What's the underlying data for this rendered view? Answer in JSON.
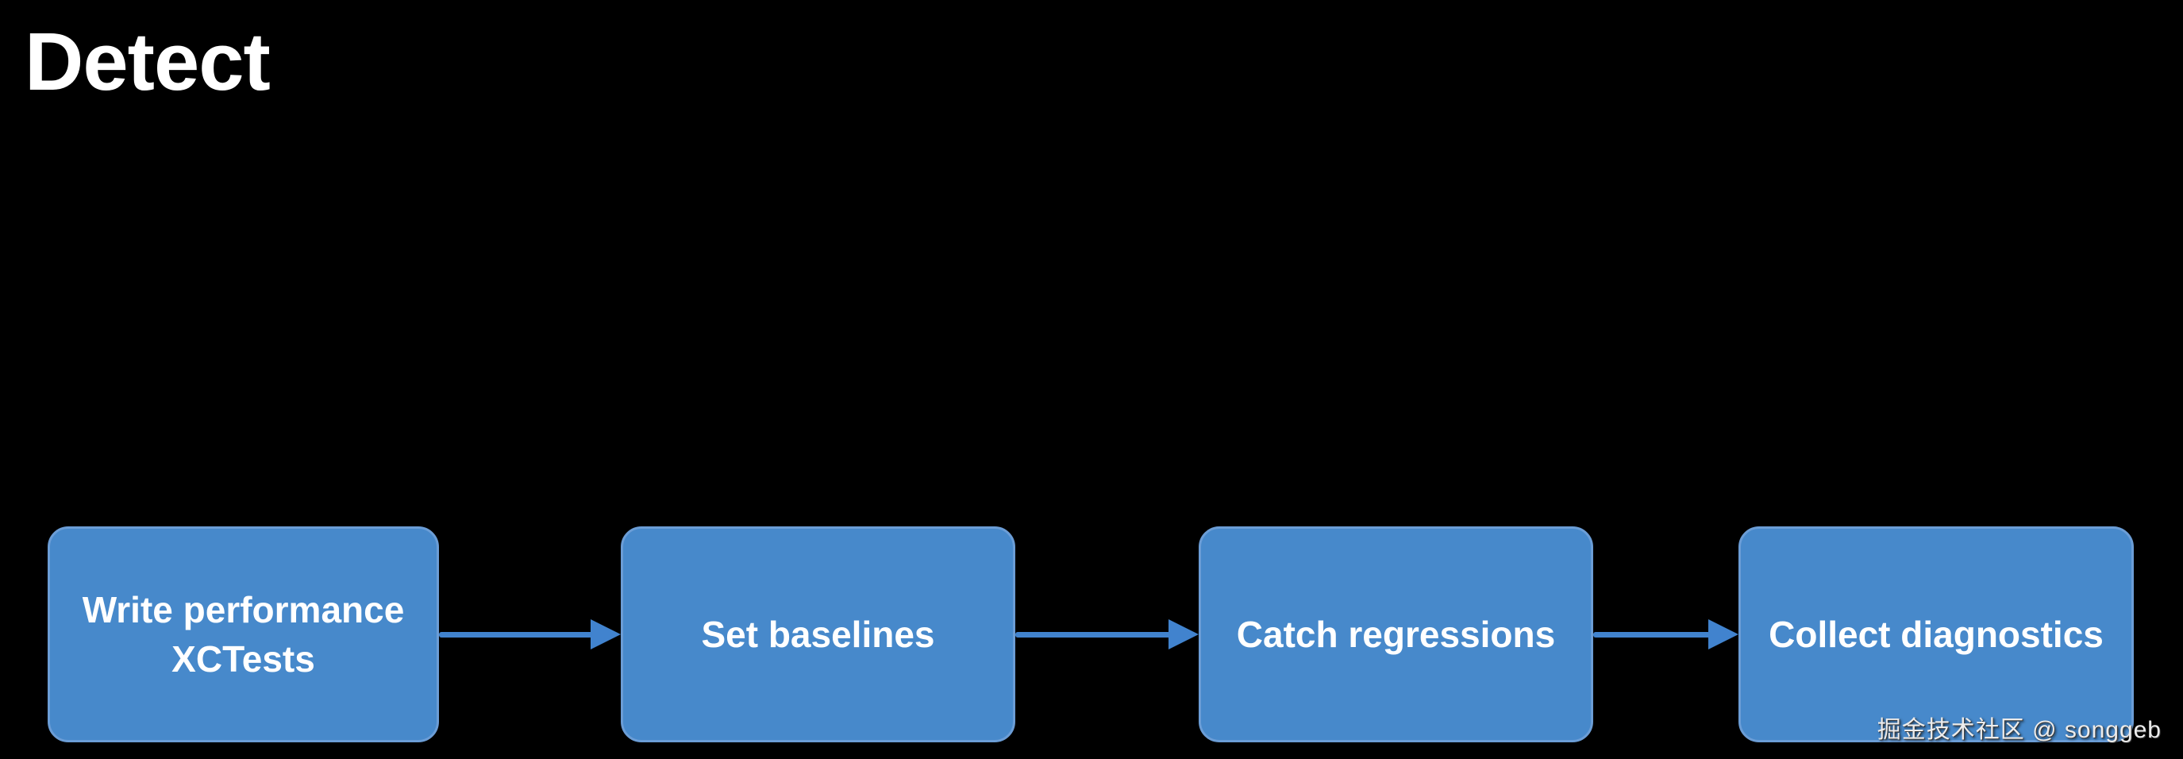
{
  "slide": {
    "title": "Detect",
    "background_color": "#000000",
    "text_color": "#ffffff",
    "flow": {
      "box_fill_color": "#4789cb",
      "box_border_color": "#6b9dd6",
      "arrow_color": "#4183ce",
      "steps": [
        {
          "label": "Write performance XCTests"
        },
        {
          "label": "Set baselines"
        },
        {
          "label": "Catch regressions"
        },
        {
          "label": "Collect diagnostics"
        }
      ]
    },
    "watermark": "掘金技术社区 @ songgeb"
  }
}
